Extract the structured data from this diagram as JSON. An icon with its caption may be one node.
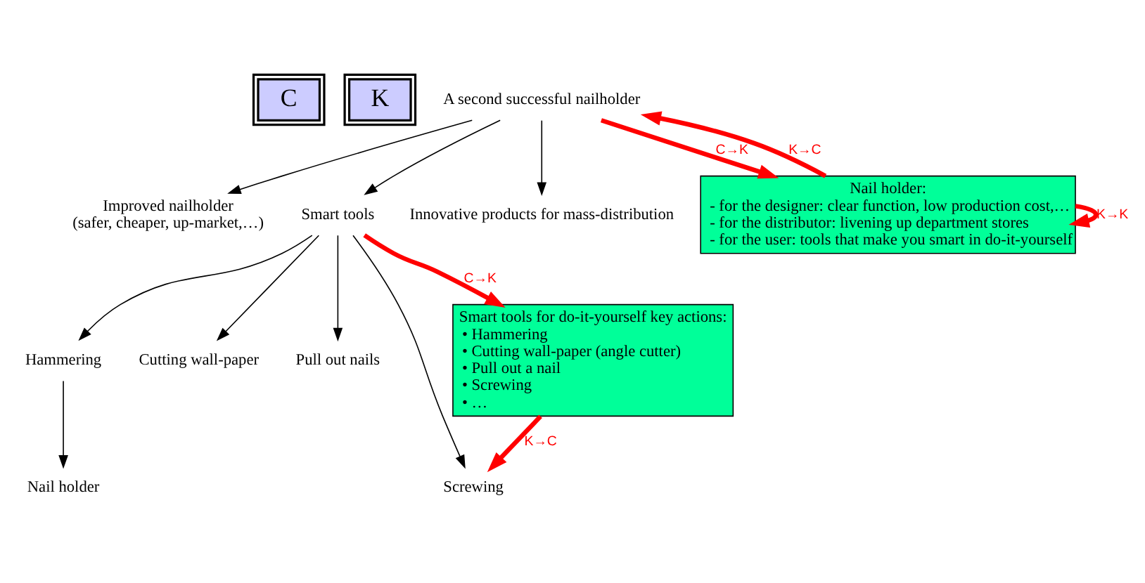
{
  "diagram": {
    "nodes": [
      {
        "text": [
          "C"
        ]
      },
      {
        "text": [
          "K"
        ]
      },
      {
        "text": [
          "A second successful nailholder"
        ]
      },
      {
        "text": [
          "Improved nailholder",
          "(safer, cheaper, up-market,…)"
        ]
      },
      {
        "text": [
          "Smart tools"
        ]
      },
      {
        "text": [
          "Innovative products for mass-distribution"
        ]
      },
      {
        "text": [
          "Hammering"
        ]
      },
      {
        "text": [
          "Cutting wall-paper"
        ]
      },
      {
        "text": [
          "Pull out nails"
        ]
      },
      {
        "text": [
          "Screwing"
        ]
      },
      {
        "text": [
          "Nail holder"
        ]
      },
      {
        "text": [
          "Nail holder:",
          "- for the designer: clear function, low production cost,…",
          "- for the distributor: livening up department stores",
          "- for the user: tools that make you smart in do-it-yourself"
        ]
      },
      {
        "text": [
          "Smart tools for do-it-yourself key actions:",
          "• Hammering",
          "• Cutting wall-paper (angle cutter)",
          "• Pull out a nail",
          "• Screwing",
          "• …"
        ]
      }
    ],
    "edges": [
      {
        "from": 2,
        "to": 3,
        "arrow": "to"
      },
      {
        "from": 2,
        "to": 4,
        "arrow": "to"
      },
      {
        "from": 2,
        "to": 5,
        "arrow": "to"
      },
      {
        "from": 4,
        "to": 6,
        "arrow": "to"
      },
      {
        "from": 4,
        "to": 7,
        "arrow": "to"
      },
      {
        "from": 4,
        "to": 8,
        "arrow": "to"
      },
      {
        "from": 4,
        "to": 9,
        "arrow": "to"
      },
      {
        "from": 6,
        "to": 10,
        "arrow": "to"
      },
      {
        "from": 2,
        "to": 11,
        "arrow": "to",
        "label": "C→K",
        "style": "thick",
        "color": "#ff0000"
      },
      {
        "from": 11,
        "to": 2,
        "arrow": "to",
        "label": "K→C",
        "style": "thick",
        "color": "#ff0000"
      },
      {
        "from": 11,
        "to": 11,
        "arrow": "to",
        "label": "K→K",
        "style": "thick",
        "color": "#ff0000"
      },
      {
        "from": 4,
        "to": 12,
        "arrow": "to",
        "label": "C→K",
        "style": "thick",
        "color": "#ff0000"
      },
      {
        "from": 12,
        "to": 9,
        "arrow": "to",
        "label": "K→C",
        "style": "thick",
        "color": "#ff0000"
      }
    ]
  }
}
